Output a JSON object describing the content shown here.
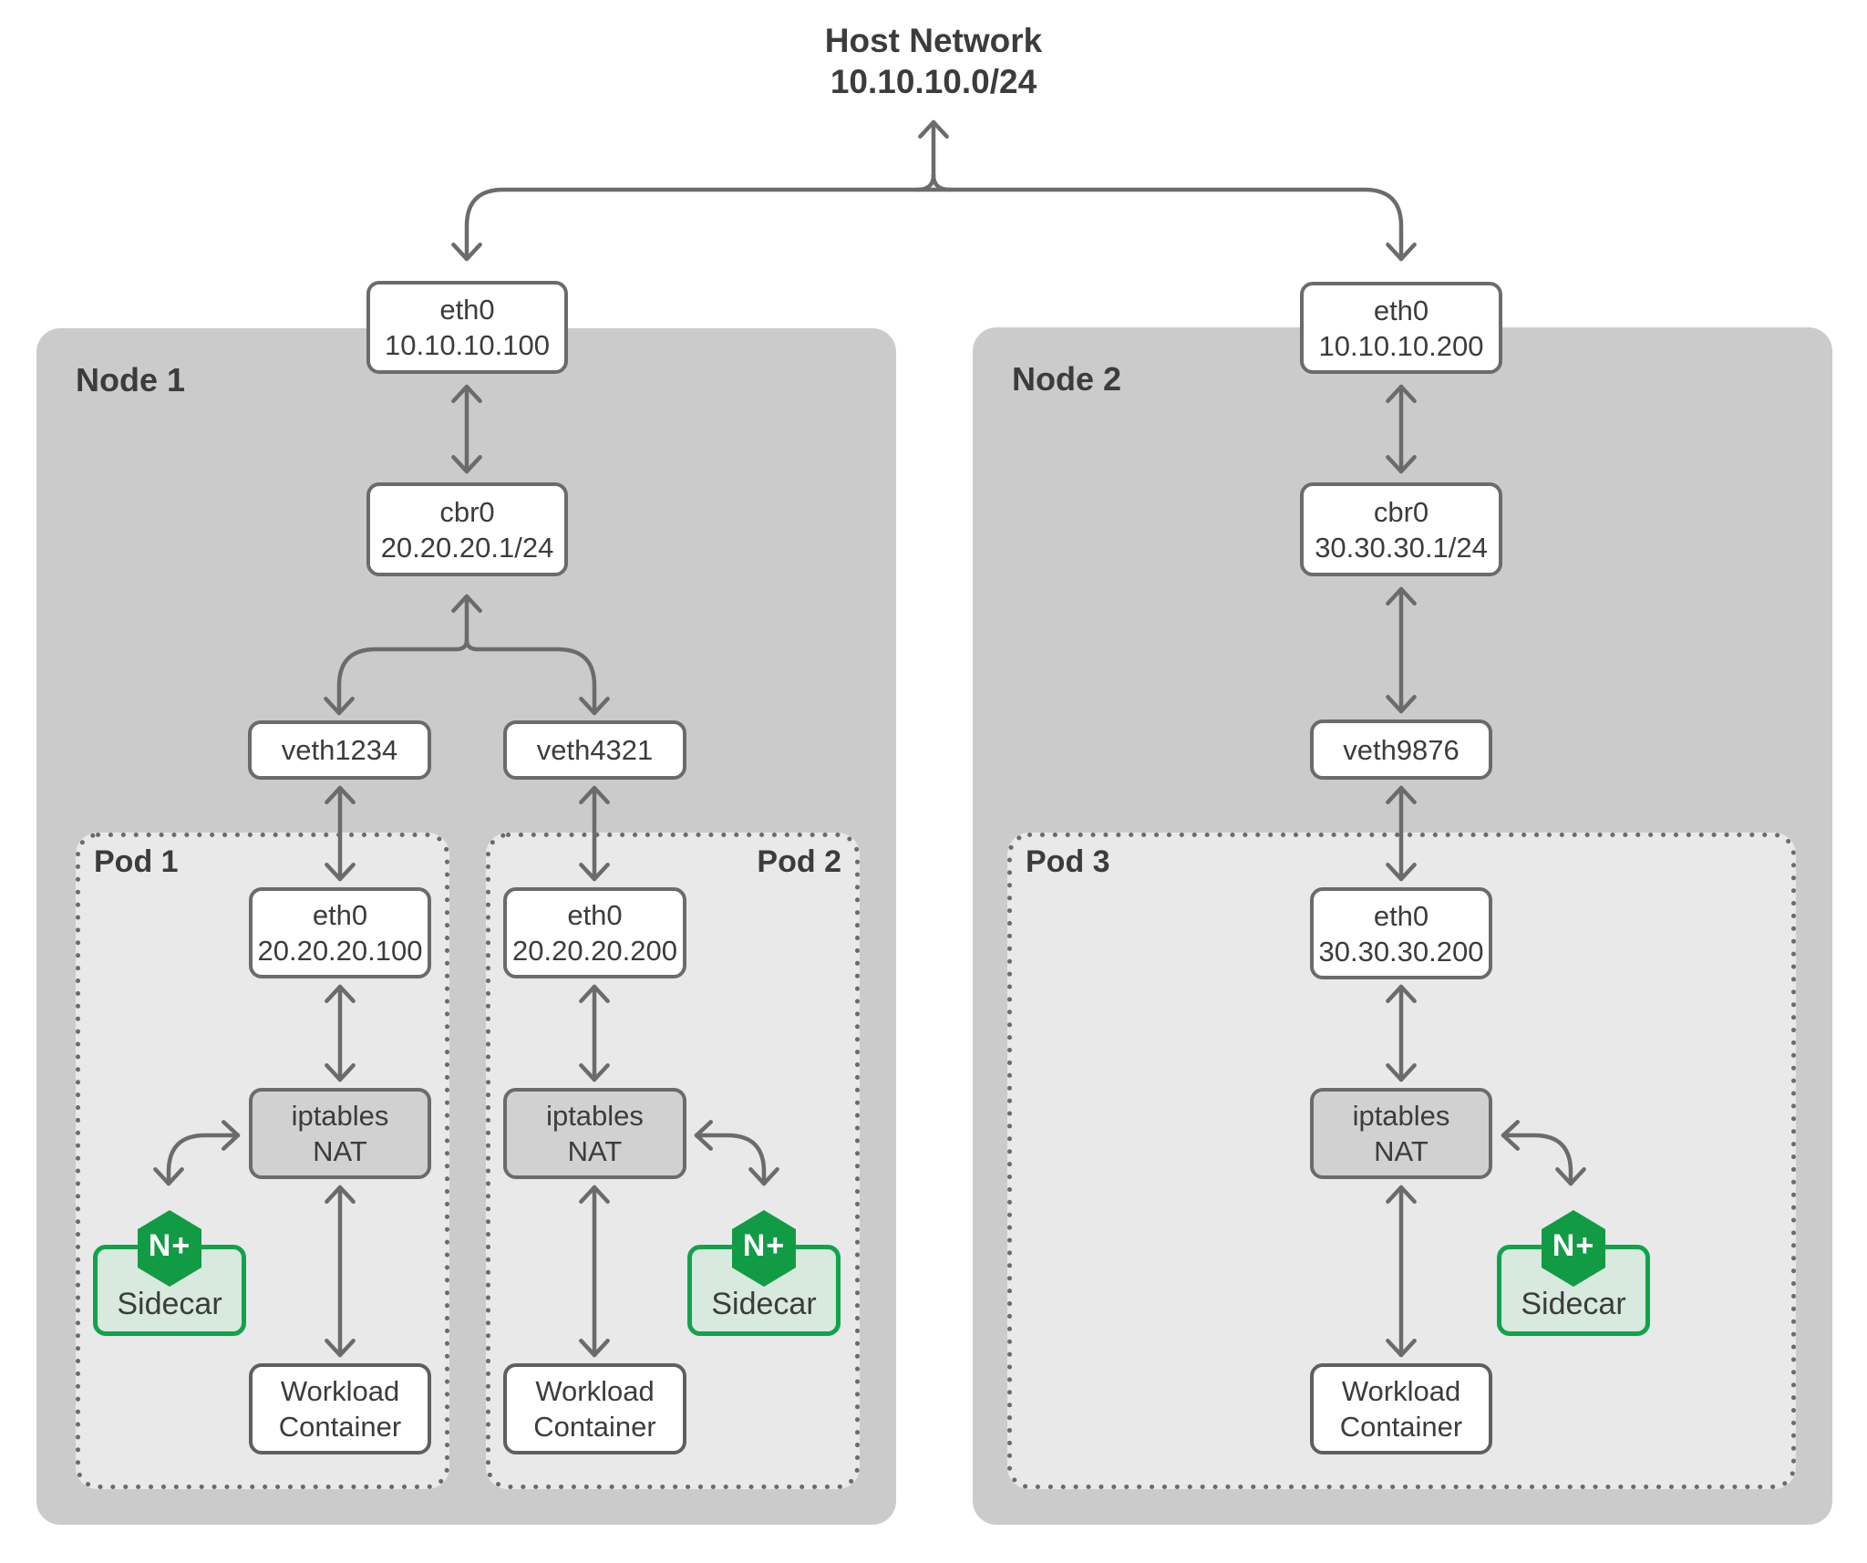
{
  "colors": {
    "background": "#ffffff",
    "node_fill": "#cbcbcb",
    "pod_fill": "#e9e9e9",
    "box_fill": "#ffffff",
    "nat_fill": "#d1d1d1",
    "line_gray": "#6b6b6b",
    "text_dark": "#3c3c3c",
    "nginx_green": "#129b45",
    "sidecar_fill": "#d8e9dd",
    "sidecar_border": "#12a24c"
  },
  "title": {
    "line1": "Host Network",
    "line2": "10.10.10.0/24"
  },
  "node1": {
    "label": "Node 1",
    "eth0": {
      "name": "eth0",
      "ip": "10.10.10.100"
    },
    "cbr0": {
      "name": "cbr0",
      "ip": "20.20.20.1/24"
    },
    "veth1": "veth1234",
    "veth2": "veth4321"
  },
  "node2": {
    "label": "Node 2",
    "eth0": {
      "name": "eth0",
      "ip": "10.10.10.200"
    },
    "cbr0": {
      "name": "cbr0",
      "ip": "30.30.30.1/24"
    },
    "veth": "veth9876"
  },
  "pod1": {
    "label": "Pod 1",
    "eth0": {
      "name": "eth0",
      "ip": "20.20.20.100"
    },
    "nat": {
      "line1": "iptables",
      "line2": "NAT"
    },
    "badge": "N+",
    "sidecar_label": "Sidecar",
    "workload": {
      "line1": "Workload",
      "line2": "Container"
    }
  },
  "pod2": {
    "label": "Pod 2",
    "eth0": {
      "name": "eth0",
      "ip": "20.20.20.200"
    },
    "nat": {
      "line1": "iptables",
      "line2": "NAT"
    },
    "badge": "N+",
    "sidecar_label": "Sidecar",
    "workload": {
      "line1": "Workload",
      "line2": "Container"
    }
  },
  "pod3": {
    "label": "Pod 3",
    "eth0": {
      "name": "eth0",
      "ip": "30.30.30.200"
    },
    "nat": {
      "line1": "iptables",
      "line2": "NAT"
    },
    "badge": "N+",
    "sidecar_label": "Sidecar",
    "workload": {
      "line1": "Workload",
      "line2": "Container"
    }
  }
}
